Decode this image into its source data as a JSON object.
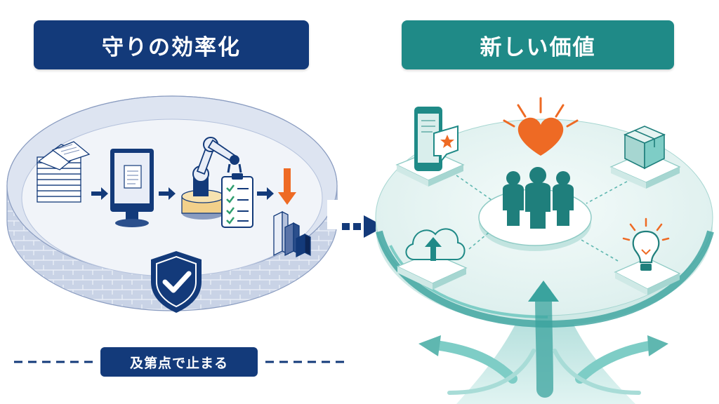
{
  "left_section": {
    "title": "守りの効率化",
    "caption": "及第点で止まる"
  },
  "right_section": {
    "title": "新しい価値"
  },
  "colors": {
    "navy": "#133a7a",
    "teal": "#1f8a87",
    "orange": "#ee6a24",
    "wall": "#c9d3e6",
    "floor": "#f1f4f9",
    "mint": "#e4f3f1"
  },
  "icons": {
    "left_flow": [
      "document-stack-icon",
      "monitor-document-icon",
      "robot-arm-icon",
      "checklist-icon",
      "declining-chart-icon"
    ],
    "left_badge": "shield-check-icon",
    "right_hub": "people-heart-icon",
    "right_nodes": [
      "smartphone-star-icon",
      "package-box-icon",
      "cloud-upload-icon",
      "lightbulb-icon"
    ]
  }
}
